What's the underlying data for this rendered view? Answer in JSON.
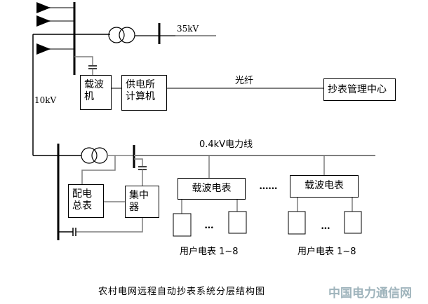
{
  "labels": {
    "v35": "35kV",
    "v10": "10kV",
    "fiber": "光纤",
    "lv_line": "0.4kV电力线",
    "user_meters_1": "用户电表 1~8",
    "user_meters_2": "用户电表 1~8",
    "ellipsis_long": "••••••",
    "ellipsis_short_1": "•••",
    "ellipsis_short_2": "•••"
  },
  "boxes": {
    "carrier_machine": "载波\n机",
    "substation_computer": "供电所\n计算机",
    "meter_reading_center": "抄表管理中心",
    "distribution_meter": "配电\n总表",
    "concentrator": "集中\n器",
    "carrier_meter_1": "载波电表",
    "carrier_meter_2": "载波电表"
  },
  "caption": "农村电网远程自动抄表系统分层结构图",
  "watermark": "中国电力通信网",
  "colors": {
    "line_dark": "#000000",
    "line_gray": "#7f7f7f",
    "watermark": "#9fb4bc",
    "return_mark": "#888888"
  }
}
